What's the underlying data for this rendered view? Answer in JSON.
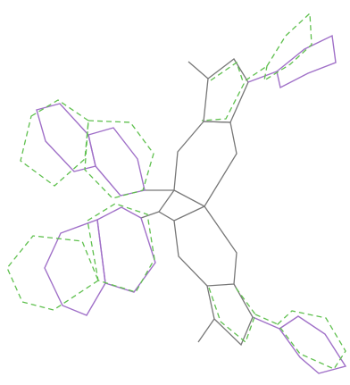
{
  "diagram": {
    "type": "molecular-overlay",
    "colors": {
      "background": "#ffffff",
      "structure_a": "#a070c8",
      "structure_b": "#5fc04e",
      "shared_bonds": "#777777"
    },
    "line_styles": {
      "structure_a": "solid",
      "structure_b": "dashed"
    }
  }
}
